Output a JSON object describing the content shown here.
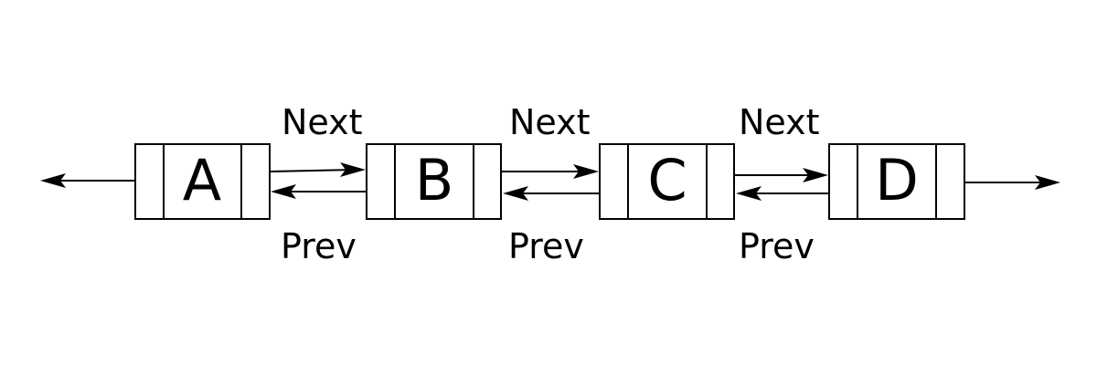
{
  "nodes": [
    {
      "label": "A"
    },
    {
      "label": "B"
    },
    {
      "label": "C"
    },
    {
      "label": "D"
    }
  ],
  "links": [
    {
      "next_label": "Next",
      "prev_label": "Prev"
    },
    {
      "next_label": "Next",
      "prev_label": "Prev"
    },
    {
      "next_label": "Next",
      "prev_label": "Prev"
    }
  ],
  "colors": {
    "stroke": "#000000",
    "background": "#ffffff"
  }
}
